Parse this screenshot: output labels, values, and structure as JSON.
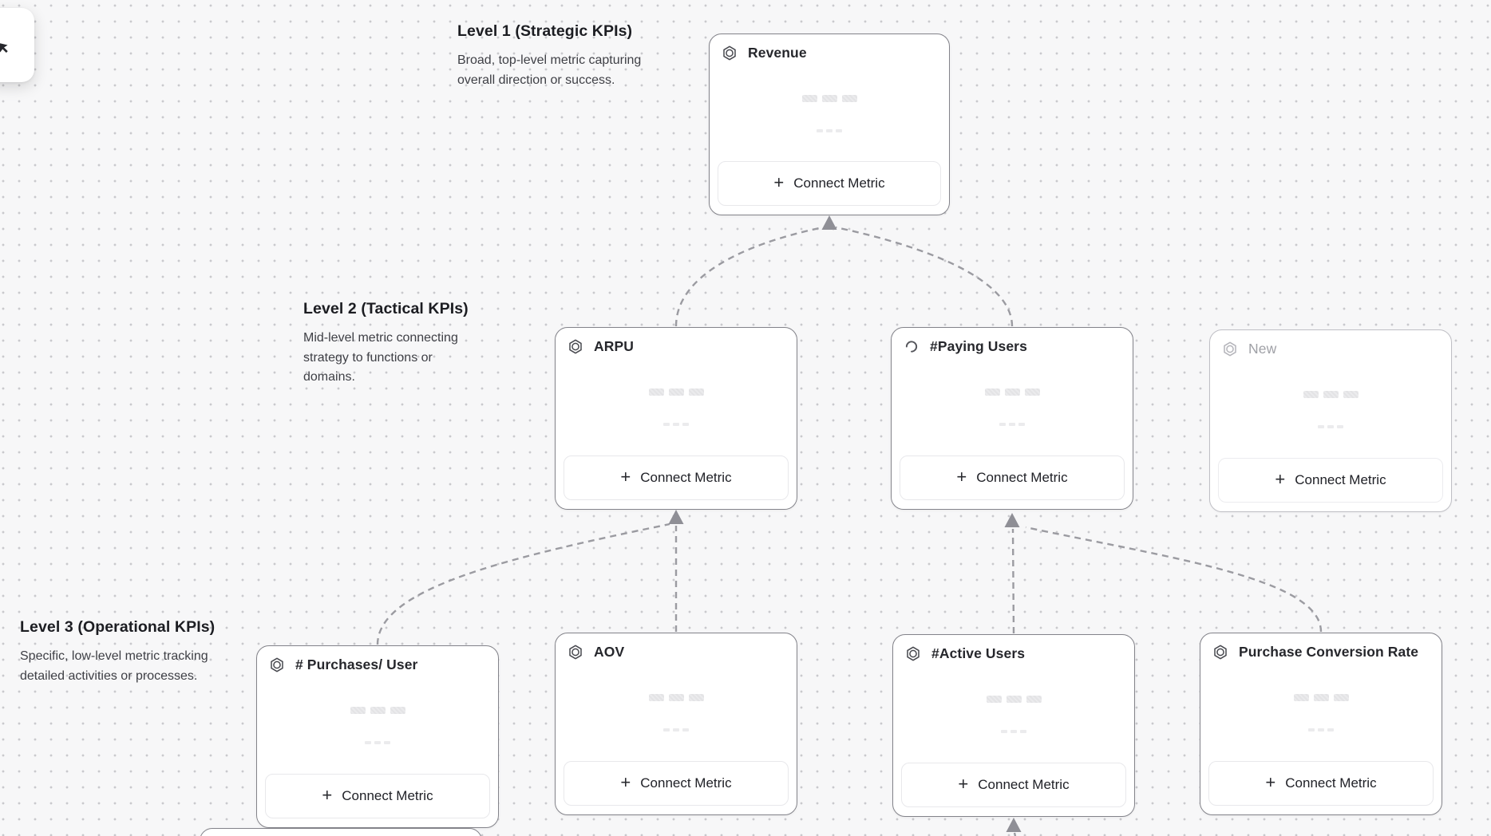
{
  "labels": {
    "connect_metric": "Connect Metric",
    "plus": "+"
  },
  "sections": [
    {
      "title": "Level 1 (Strategic KPIs)",
      "description": "Broad, top-level metric capturing overall direction or success."
    },
    {
      "title": "Level 2 (Tactical KPIs)",
      "description": "Mid-level metric connecting strategy to functions or domains."
    },
    {
      "title": "Level 3 (Operational KPIs)",
      "description": "Specific, low-level metric tracking detailed activities or processes."
    }
  ],
  "cards": [
    {
      "title": "Revenue",
      "level": 1,
      "icon": "metric-hexagon",
      "state": "default"
    },
    {
      "title": "ARPU",
      "level": 2,
      "icon": "metric-hexagon",
      "state": "default"
    },
    {
      "title": "#Paying Users",
      "level": 2,
      "icon": "loading-spinner",
      "state": "loading"
    },
    {
      "title": "New",
      "level": 2,
      "icon": "metric-hexagon",
      "state": "draft"
    },
    {
      "title": "# Purchases/ User",
      "level": 3,
      "icon": "metric-hexagon",
      "state": "default"
    },
    {
      "title": "AOV",
      "level": 3,
      "icon": "metric-hexagon",
      "state": "default"
    },
    {
      "title": "#Active Users",
      "level": 3,
      "icon": "metric-hexagon",
      "state": "default"
    },
    {
      "title": "Purchase Conversion Rate",
      "level": 3,
      "icon": "metric-hexagon",
      "state": "default"
    }
  ],
  "connections": [
    {
      "from": "ARPU",
      "to": "Revenue"
    },
    {
      "from": "#Paying Users",
      "to": "Revenue"
    },
    {
      "from": "# Purchases/ User",
      "to": "ARPU"
    },
    {
      "from": "AOV",
      "to": "ARPU"
    },
    {
      "from": "#Active Users",
      "to": "#Paying Users"
    },
    {
      "from": "Purchase Conversion Rate",
      "to": "#Paying Users"
    },
    {
      "from": "offscreen-below",
      "to": "#Active Users"
    }
  ],
  "colors": {
    "canvas_bg": "#f7f7f8",
    "dot": "#c9c9cd",
    "card_border": "#83838a",
    "card_border_draft": "#bfbfc5",
    "title": "#26272c",
    "title_muted": "#9fa0a6",
    "connector": "#9b9ba1",
    "arrow": "#8f8f96",
    "btn_border": "#e8e8eb",
    "btn_text": "#202127",
    "heading": "#1c1d22",
    "body_text": "#3e3f45"
  }
}
